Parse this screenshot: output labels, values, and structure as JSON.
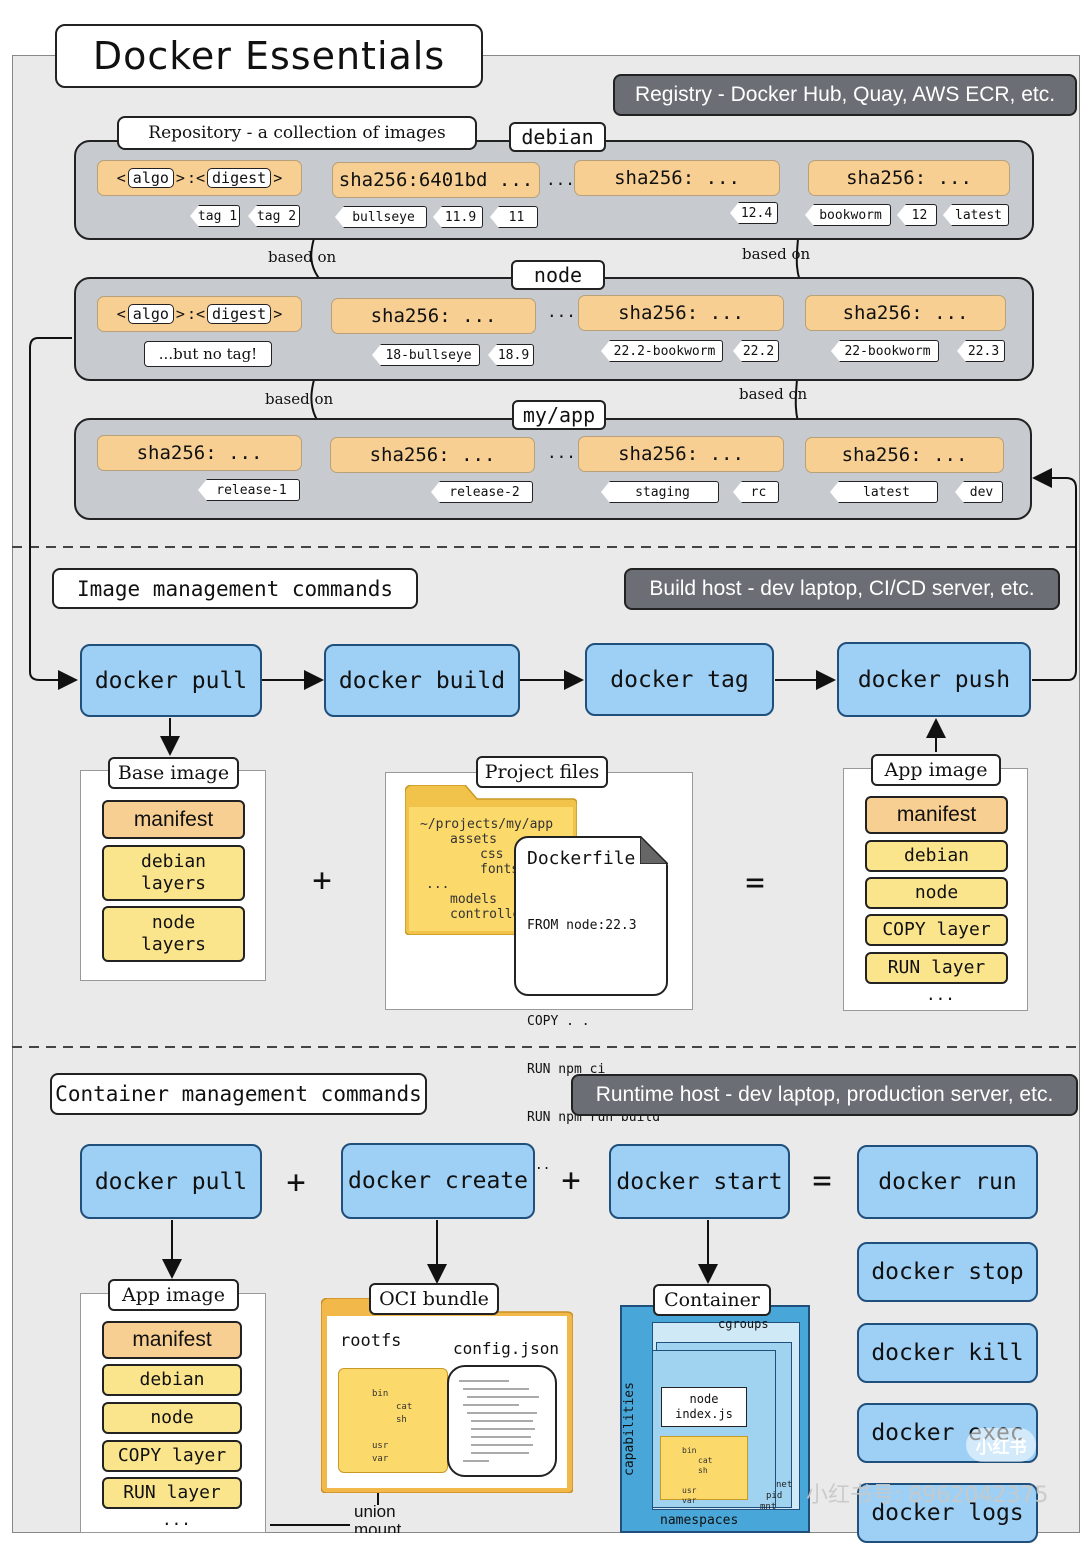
{
  "title": "Docker Essentials",
  "hosts": {
    "registry": "Registry - Docker Hub, Quay, AWS ECR, etc.",
    "build": "Build host - dev laptop, CI/CD server, etc.",
    "runtime": "Runtime host - dev laptop, production server, etc."
  },
  "repository_label": "Repository - a collection of images",
  "based_on": "based on",
  "ellipsis": "...",
  "repos": {
    "debian": {
      "name": "debian",
      "ref": {
        "algo": "algo",
        "sep": ":<",
        "digest": "digest"
      },
      "tags_ref": [
        "tag 1",
        "tag 2"
      ],
      "images": [
        "sha256:6401bd ...",
        "sha256:  ...",
        "sha256:  ..."
      ],
      "tags": [
        "bullseye",
        "11.9",
        "11",
        "12.4",
        "bookworm",
        "12",
        "latest"
      ]
    },
    "node": {
      "name": "node",
      "ref": {
        "algo": "algo",
        "sep": ":<",
        "digest": "digest"
      },
      "no_tag": "...but no tag!",
      "images": [
        "sha256:  ...",
        "sha256:  ...",
        "sha256:  ..."
      ],
      "tags": [
        "18-bullseye",
        "18.9",
        "22.2-bookworm",
        "22.2",
        "22-bookworm",
        "22.3"
      ]
    },
    "myapp": {
      "name": "my/app",
      "images": [
        "sha256:  ...",
        "sha256:  ...",
        "sha256:  ...",
        "sha256:  ..."
      ],
      "tags": [
        "release-1",
        "release-2",
        "staging",
        "rc",
        "latest",
        "dev"
      ]
    }
  },
  "image_section": {
    "label": "Image management commands",
    "commands": [
      "docker pull",
      "docker build",
      "docker tag",
      "docker push"
    ],
    "base_image": {
      "label": "Base image",
      "layers": [
        "manifest",
        "debian\nlayers",
        "node\nlayers"
      ]
    },
    "project_files": {
      "label": "Project files",
      "tree": [
        "~/projects/my/app",
        "assets",
        "css",
        "fonts",
        "...",
        "models",
        "controllers"
      ],
      "dockerfile_name": "Dockerfile",
      "dockerfile_lines": [
        "FROM node:22.3",
        "",
        "COPY . .",
        "RUN npm ci",
        "RUN npm run build",
        "..."
      ]
    },
    "app_image": {
      "label": "App image",
      "layers": [
        "manifest",
        "debian",
        "node",
        "COPY layer",
        "RUN layer"
      ],
      "more": "..."
    },
    "plus": "+",
    "equals": "="
  },
  "container_section": {
    "label": "Container management commands",
    "commands": [
      "docker pull",
      "docker create",
      "docker start",
      "docker run"
    ],
    "extra_commands": [
      "docker stop",
      "docker kill",
      "docker exec",
      "docker logs"
    ],
    "plus": "+",
    "equals": "=",
    "app_image": {
      "label": "App image",
      "layers": [
        "manifest",
        "debian",
        "node",
        "COPY layer",
        "RUN layer"
      ],
      "more": "..."
    },
    "oci_bundle": {
      "label": "OCI bundle",
      "rootfs": "rootfs",
      "config": "config.json",
      "tree": [
        "bin",
        "cat",
        "sh",
        "usr",
        "var"
      ]
    },
    "union_mount": "union\nmount",
    "container": {
      "label": "Container",
      "cgroups": "cgroups",
      "capabilities": "capabilities",
      "namespaces": "namespaces",
      "process": "node\nindex.js",
      "ns_list": [
        "net",
        "pid",
        "mnt"
      ],
      "tree": [
        "bin",
        "cat",
        "sh",
        "usr",
        "var"
      ]
    }
  },
  "watermark": {
    "brand": "小红书",
    "id": "小红书号: 8962042375"
  },
  "colors": {
    "command": "#9ed0f6",
    "sha": "#f7cf92",
    "layer": "#fbe58c",
    "repo_bg": "#c7cbd0",
    "host_label": "#6b6f75"
  }
}
